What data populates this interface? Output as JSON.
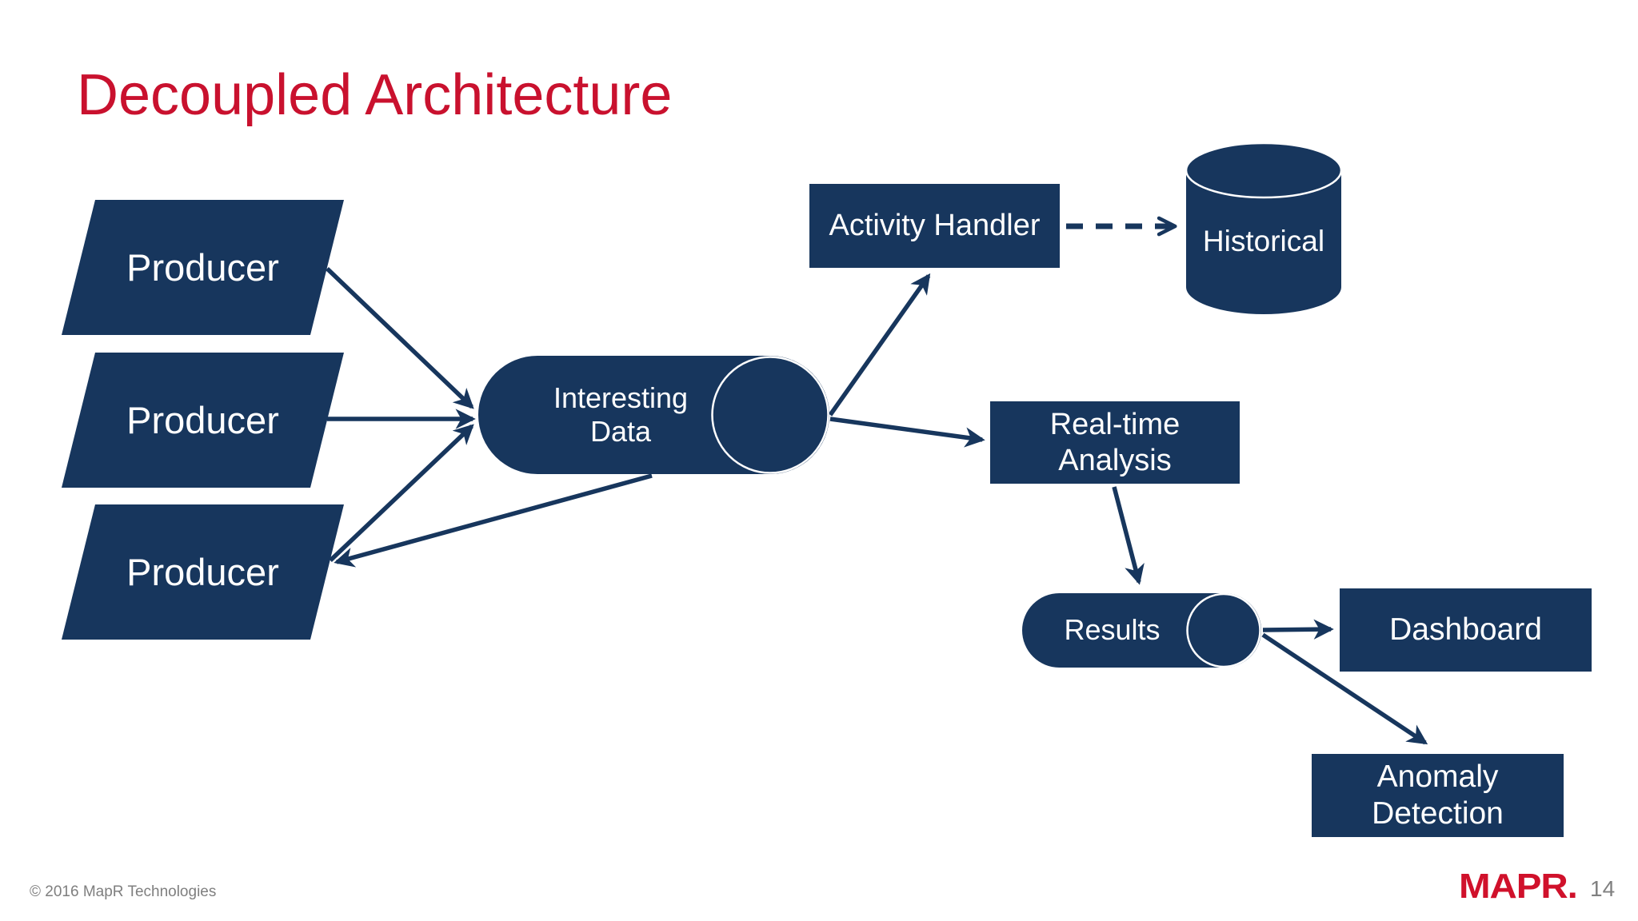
{
  "slide": {
    "title": "Decoupled Architecture",
    "copyright": "© 2016 MapR Technologies",
    "logo_text": "MAPR.",
    "page_number": "14"
  },
  "colors": {
    "navy": "#17365D",
    "title_red": "#C9112E",
    "logo_red": "#D0112B",
    "footer_gray": "#7F7F7F",
    "label_white": "#FFFFFF",
    "background": "#FFFFFF"
  },
  "nodes": {
    "producer1": {
      "label": "Producer",
      "shape": "parallelogram"
    },
    "producer2": {
      "label": "Producer",
      "shape": "parallelogram"
    },
    "producer3": {
      "label": "Producer",
      "shape": "parallelogram"
    },
    "interesting_data": {
      "line1": "Interesting",
      "line2": "Data",
      "shape": "horizontal-cylinder"
    },
    "activity_handler": {
      "label": "Activity Handler",
      "shape": "rectangle"
    },
    "historical": {
      "label": "Historical",
      "shape": "database-cylinder"
    },
    "realtime_analysis": {
      "line1": "Real-time",
      "line2": "Analysis",
      "shape": "rectangle"
    },
    "results": {
      "label": "Results",
      "shape": "horizontal-cylinder"
    },
    "dashboard": {
      "label": "Dashboard",
      "shape": "rectangle"
    },
    "anomaly_detection": {
      "line1": "Anomaly",
      "line2": "Detection",
      "shape": "rectangle"
    }
  },
  "edges": [
    {
      "from": "producer1",
      "to": "interesting_data",
      "style": "solid"
    },
    {
      "from": "producer2",
      "to": "interesting_data",
      "style": "solid"
    },
    {
      "from": "producer3",
      "to": "interesting_data",
      "style": "solid"
    },
    {
      "from": "interesting_data",
      "to": "producer3",
      "style": "solid"
    },
    {
      "from": "interesting_data",
      "to": "activity_handler",
      "style": "solid"
    },
    {
      "from": "interesting_data",
      "to": "realtime_analysis",
      "style": "solid"
    },
    {
      "from": "activity_handler",
      "to": "historical",
      "style": "dashed"
    },
    {
      "from": "realtime_analysis",
      "to": "results",
      "style": "solid"
    },
    {
      "from": "results",
      "to": "dashboard",
      "style": "solid"
    },
    {
      "from": "results",
      "to": "anomaly_detection",
      "style": "solid"
    }
  ]
}
